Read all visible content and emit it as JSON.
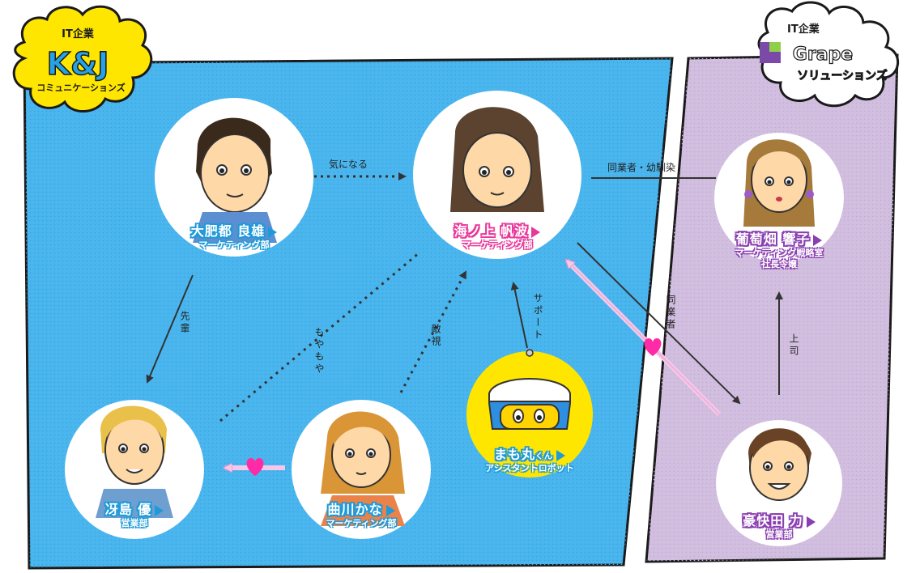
{
  "companies": {
    "left": {
      "top": "IT企業",
      "main": "K&J",
      "sub": "コミュニケーションズ"
    },
    "right": {
      "top": "IT企業",
      "main": "Grape",
      "sub": "ソリューションズ"
    }
  },
  "people": {
    "ohi": {
      "name": "大肥都 良雄",
      "dept": "マーケティング部"
    },
    "umi": {
      "name": "海ノ上 帆波",
      "dept": "マーケティング部"
    },
    "budo": {
      "name": "葡萄畑 響子",
      "dept": "マーケティング戦略室",
      "dept2": "社長令嬢"
    },
    "saeji": {
      "name": "冴島 優",
      "dept": "営業部"
    },
    "kana": {
      "name": "曲川かな",
      "dept": "マーケティング部"
    },
    "mamo": {
      "name": "まも丸",
      "suffix": "くん",
      "dept": "アシスタントロボット"
    },
    "goka": {
      "name": "豪快田 力",
      "dept": "営業部"
    }
  },
  "relations": {
    "kininaru": "気になる",
    "dogyo_osana": "同業者・幼馴染",
    "senpai": "先輩",
    "moyamoya": "もやもや",
    "tekishi": "敵視",
    "support": "サポート",
    "dogyosha": "同業者",
    "joshi": "上司"
  },
  "colors": {
    "blue_panel": "#4bb6ee",
    "purple_panel": "#d2bfe0",
    "blue_text": "#1f9ad8",
    "pink_text": "#e8389a",
    "purple_text": "#8a3fb0",
    "heart": "#ff2aa5",
    "logo_yellow": "#ffe600"
  }
}
